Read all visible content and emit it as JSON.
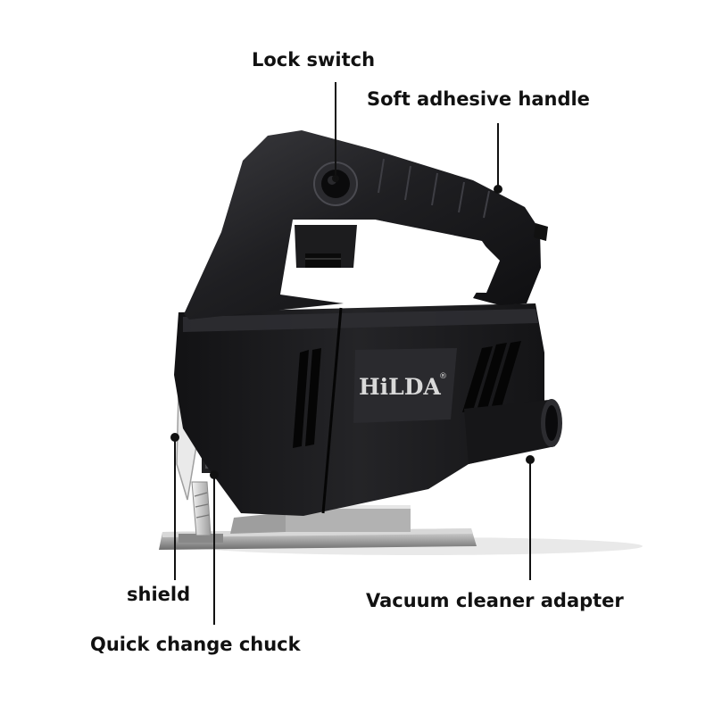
{
  "labels": {
    "lock_switch": "Lock switch",
    "soft_handle": "Soft adhesive handle",
    "shield": "shield",
    "vacuum_adapter": "Vacuum cleaner adapter",
    "quick_chuck": "Quick change chuck"
  },
  "brand": {
    "logo": "HiLDA",
    "registered_mark": "®"
  },
  "colors": {
    "background": "#ffffff",
    "body": "#1a1a1c",
    "body_highlight": "#3a3a3e",
    "metal": "#b9b9b9",
    "logo_text": "#d9d9d9",
    "leader_line": "#111111"
  }
}
